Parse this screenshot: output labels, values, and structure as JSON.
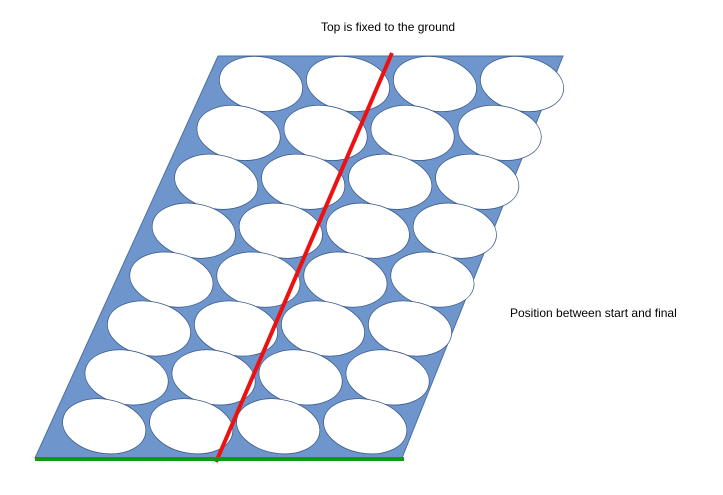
{
  "labels": {
    "top": "Top is fixed to the ground",
    "right": "Position between start and final"
  },
  "colors": {
    "panel_fill": "#6f96cc",
    "panel_stroke": "#4a6fa5",
    "cell_fill": "#ffffff",
    "cell_stroke": "#3a5a8a",
    "red_line": "#ee1111",
    "ground_line": "#119911"
  },
  "grid": {
    "rows": 8,
    "columns": 4
  }
}
